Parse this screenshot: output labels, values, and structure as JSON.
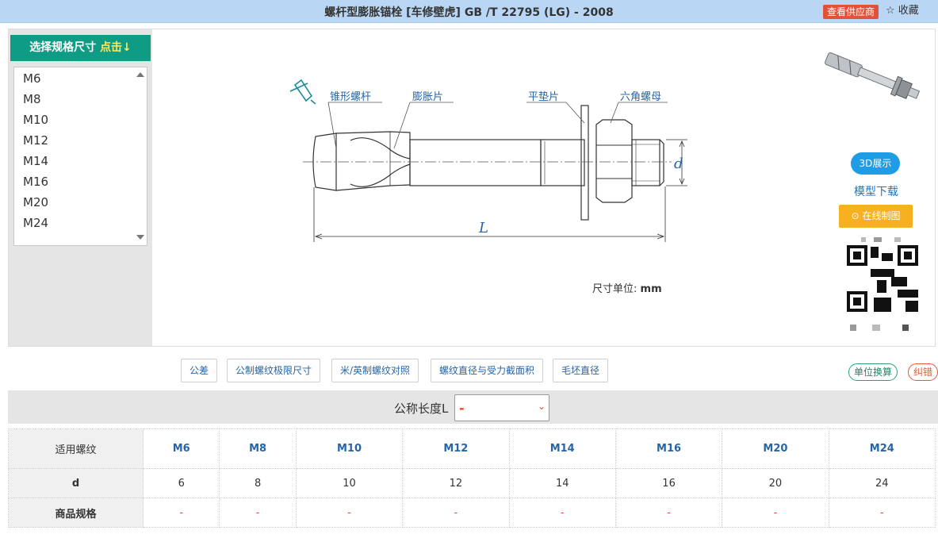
{
  "header": {
    "title": "螺杆型膨胀锚栓 [车修壁虎] GB /T 22795 (LG) - 2008",
    "supplier_button": "查看供应商",
    "favorite_button": "☆ 收藏"
  },
  "spec_panel": {
    "header_label": "选择规格尺寸",
    "header_action": "点击↓",
    "items": [
      "M6",
      "M8",
      "M10",
      "M12",
      "M14",
      "M16",
      "M20",
      "M24"
    ]
  },
  "diagram": {
    "labels": {
      "cone_bolt": "锥形螺杆",
      "expansion_sleeve": "膨胀片",
      "flat_washer": "平垫片",
      "hex_nut": "六角螺母",
      "d": "d",
      "L": "L"
    },
    "unit_label": "尺寸单位:",
    "unit_value": "mm"
  },
  "side": {
    "btn_3d": "3D展示",
    "model_download": "模型下载",
    "online_drawing": "在线制图"
  },
  "tools": {
    "buttons": [
      "公差",
      "公制螺纹极限尺寸",
      "米/英制螺纹对照",
      "螺纹直径与受力截面积",
      "毛坯直径"
    ],
    "unit_convert": "单位换算",
    "report_error": "纠错"
  },
  "length_selector": {
    "label": "公称长度L",
    "value": "-"
  },
  "table": {
    "row_heads": [
      "适用螺纹",
      "d",
      "商品规格"
    ],
    "columns": [
      "M6",
      "M8",
      "M10",
      "M12",
      "M14",
      "M16",
      "M20",
      "M24"
    ],
    "d_values": [
      "6",
      "8",
      "10",
      "12",
      "14",
      "16",
      "20",
      "24"
    ],
    "spec_values": [
      "-",
      "-",
      "-",
      "-",
      "-",
      "-",
      "-",
      "-"
    ]
  }
}
